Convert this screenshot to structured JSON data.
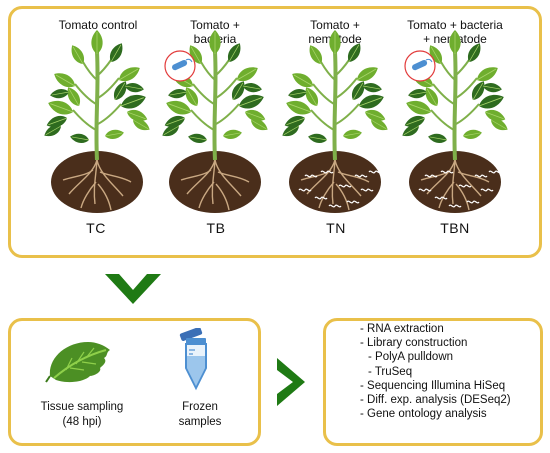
{
  "conditions": [
    {
      "label_line1": "Tomato control",
      "label_line2": "",
      "code": "TC",
      "bacteria": false,
      "nematode": false
    },
    {
      "label_line1": "Tomato +",
      "label_line2": "bacteria",
      "code": "TB",
      "bacteria": true,
      "nematode": false
    },
    {
      "label_line1": "Tomato +",
      "label_line2": "nematode",
      "code": "TN",
      "bacteria": false,
      "nematode": true
    },
    {
      "label_line1": "Tomato + bacteria",
      "label_line2": "+ nematode",
      "code": "TBN",
      "bacteria": true,
      "nematode": true
    }
  ],
  "sampling": {
    "tissue_line1": "Tissue sampling",
    "tissue_line2": "(48 hpi)",
    "frozen_line1": "Frozen",
    "frozen_line2": "samples"
  },
  "protocol": [
    {
      "text": "- RNA extraction",
      "sub": false
    },
    {
      "text": "- Library construction",
      "sub": false
    },
    {
      "text": "- PolyA pulldown",
      "sub": true
    },
    {
      "text": "- TruSeq",
      "sub": true
    },
    {
      "text": "- Sequencing Illumina HiSeq",
      "sub": false
    },
    {
      "text": "- Diff. exp. analysis (DESeq2)",
      "sub": false
    },
    {
      "text": "- Gene ontology analysis",
      "sub": false
    }
  ],
  "colors": {
    "panel_border": "#e9c04a",
    "arrow": "#1f7a14",
    "soil": "#4a2e1b",
    "leaf_dark": "#2e6b1f",
    "leaf_light": "#6fae2e",
    "stem": "#7fb04a",
    "root": "#c9a882",
    "nematode": "#ffffff",
    "bacteria_circle": "#e23b3b",
    "bacteria": "#4d8fd1"
  }
}
